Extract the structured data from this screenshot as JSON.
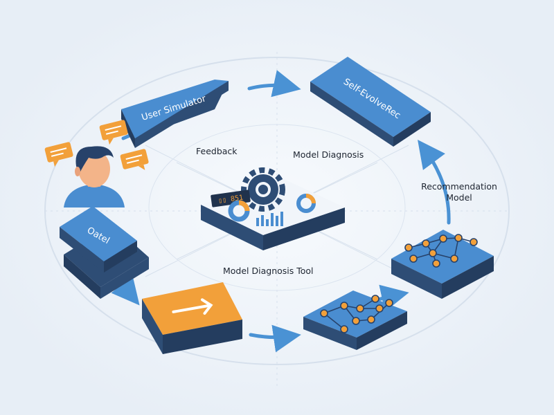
{
  "nodes": {
    "user_simulator": {
      "label": "User Simulator"
    },
    "self_evolverec": {
      "label": "Self-EvolveRec"
    },
    "oatel": {
      "label": "Oatel"
    }
  },
  "labels": {
    "feedback": "Feedback",
    "model_diagnosis": "Model Diagnosis",
    "recommendation_model": "Recommendation\nModel",
    "model_diagnosis_tool": "Model Diagnosis Tool"
  },
  "dashboard": {
    "readout": "▯▯ 851"
  },
  "colors": {
    "block_top": "#4a8dd0",
    "block_side": "#2e4d75",
    "accent_orange": "#f2a03a",
    "arrow": "#4a92d4",
    "dashboard_top": "#f1f5fa"
  },
  "icons": [
    "gear-icon",
    "chat-bubble-icon",
    "user-avatar-icon",
    "arrow-right-icon",
    "network-graph-icon",
    "bar-chart-icon",
    "donut-chart-icon"
  ]
}
